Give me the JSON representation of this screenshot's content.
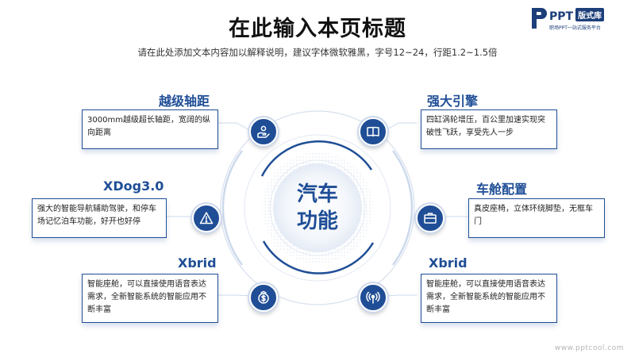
{
  "title": "在此输入本页标题",
  "subtitle": "请在此处添加文本内容加以解释说明，建议字体微软雅黑，字号12~24，行距1.2~1.5倍",
  "logo": {
    "name": "PPT",
    "badge": "版式库",
    "tagline": "职场PPT一站式服务平台"
  },
  "center": {
    "line1": "汽车",
    "line2": "功能"
  },
  "features": [
    {
      "title": "越级轴距",
      "text": "3000mm越级超长轴距，宽阔的纵向距离",
      "icon": "hand-coin-icon"
    },
    {
      "title": "强大引擎",
      "text": "四缸涡轮增压，百公里加速实现突破性飞跃，享受先人一步",
      "icon": "book-icon"
    },
    {
      "title": "XDog3.0",
      "text": "强大的智能导航辅助驾驶，和停车场记忆泊车功能，好开也好停",
      "icon": "warning-icon"
    },
    {
      "title": "车舱配置",
      "text": "真皮座椅，立体环绕脚垫，无框车门",
      "icon": "briefcase-icon"
    },
    {
      "title": "Xbrid",
      "text": "智能座舱，可以直接使用语音表达需求，全新智能系统的智能应用不断丰富",
      "icon": "dollar-icon"
    },
    {
      "title": "Xbrid",
      "text": "智能座舱，可以直接使用语音表达需求，全新智能系统的智能应用不断丰富",
      "icon": "signal-icon"
    }
  ],
  "watermark": "www.pptcool.com",
  "colors": {
    "accent": "#1f4e96",
    "ring_light": "#cdd9ec"
  }
}
